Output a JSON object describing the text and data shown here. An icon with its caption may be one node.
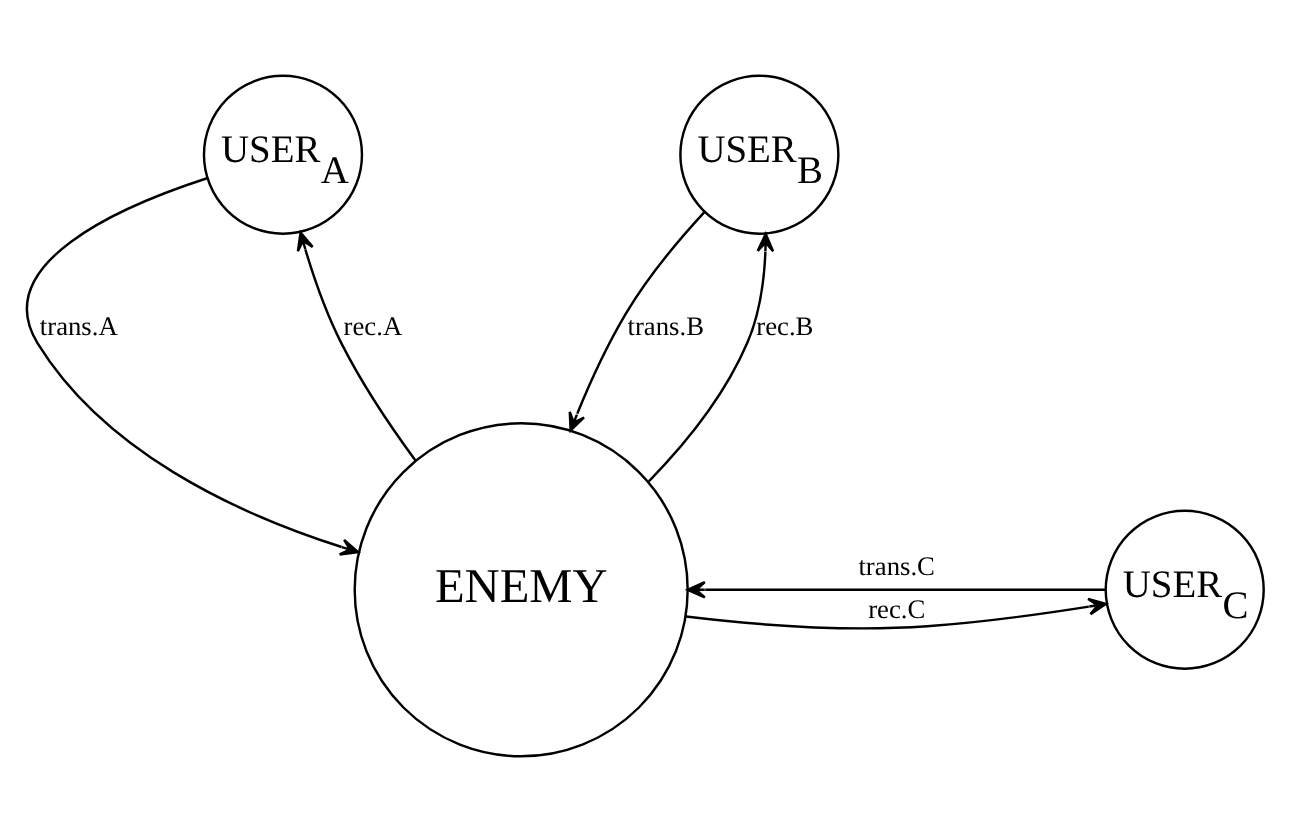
{
  "diagram": {
    "nodes": [
      {
        "text": [
          "USER$_{A}$"
        ]
      },
      {
        "text": [
          "USER$_{B}$"
        ]
      },
      {
        "text": [
          "ENEMY"
        ]
      },
      {
        "text": [
          "USER$_{C}$"
        ]
      }
    ],
    "edges": [
      {
        "from": 0,
        "to": 2,
        "arrow": "to",
        "label": "trans.A"
      },
      {
        "from": 2,
        "to": 0,
        "arrow": "to",
        "label": "rec.A"
      },
      {
        "from": 1,
        "to": 2,
        "arrow": "to",
        "label": "trans.B"
      },
      {
        "from": 2,
        "to": 1,
        "arrow": "to",
        "label": "rec.B"
      },
      {
        "from": 2,
        "to": 3,
        "arrow": "to",
        "label": "rec.C"
      },
      {
        "from": 3,
        "to": 2,
        "arrow": "to",
        "label": "trans.C"
      }
    ]
  }
}
